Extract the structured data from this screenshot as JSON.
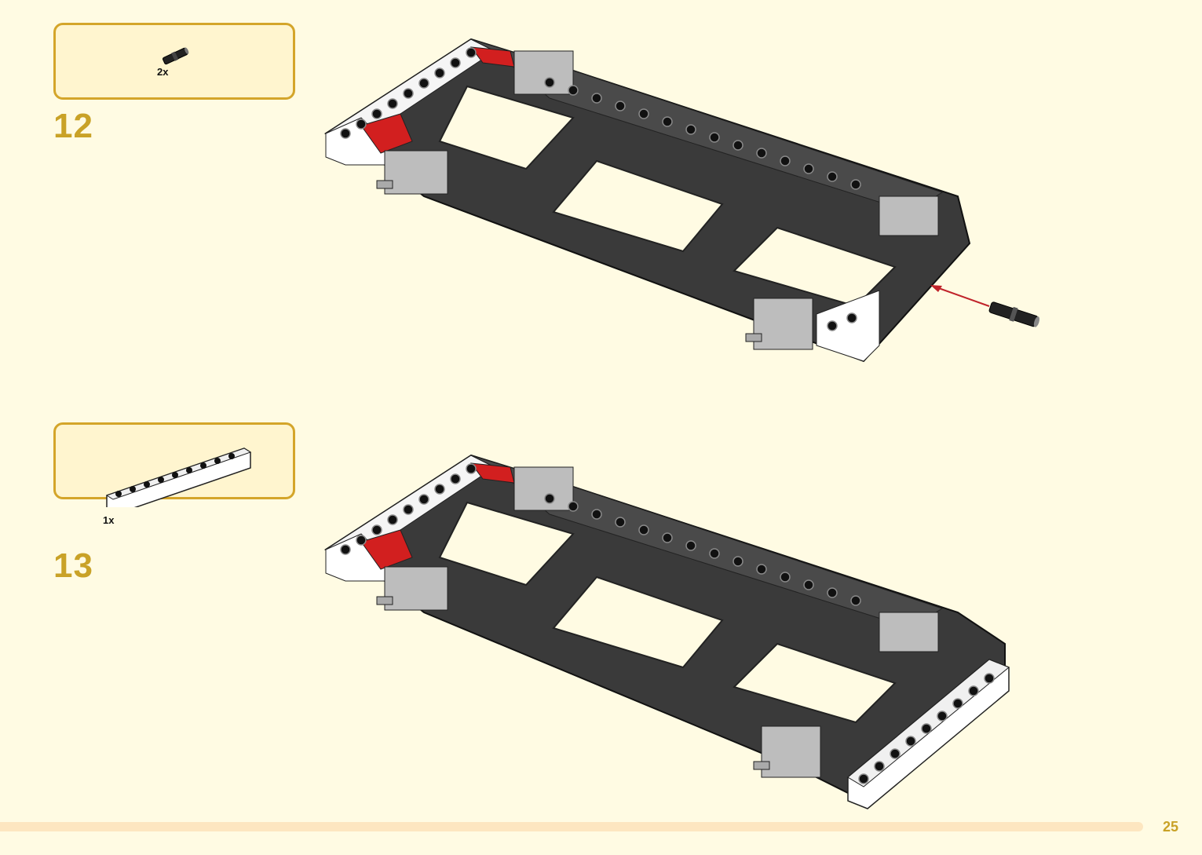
{
  "steps": [
    {
      "number": "12",
      "part_qty": "2x",
      "part_icon": "black-axle-pin-icon"
    },
    {
      "number": "13",
      "part_qty": "1x",
      "part_icon": "white-technic-beam-icon"
    }
  ],
  "page_number": "25",
  "colors": {
    "accent": "#c9a227",
    "background": "#fffbe3",
    "box_border": "#d4a52a",
    "box_fill": "#fff5cf",
    "frame": "#3a3a3a",
    "red_part": "#d21f1f",
    "white_part": "#ffffff",
    "grey_part": "#bdbdbd",
    "arrow": "#c0232a"
  }
}
